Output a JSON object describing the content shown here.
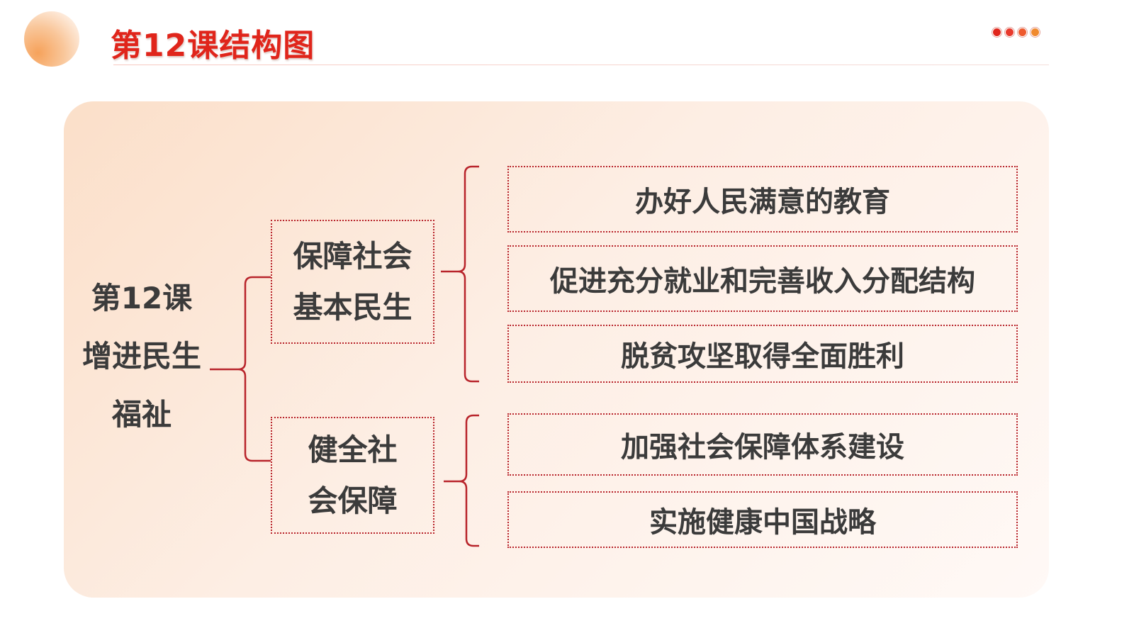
{
  "page": {
    "title": "第12课结构图",
    "accent_color": "#e0251b",
    "bracket_color": "#b8242b",
    "dot_colors": [
      "#e0251b",
      "#e8392c",
      "#ee5a2e",
      "#f08a2e"
    ]
  },
  "diagram": {
    "root": {
      "lines": [
        "第12课",
        "增进民生",
        "福祉"
      ]
    },
    "branches": [
      {
        "label_lines": [
          "保障社会",
          "基本民生"
        ],
        "leaves": [
          "办好人民满意的教育",
          "促进充分就业和完善收入分配结构",
          "脱贫攻坚取得全面胜利"
        ]
      },
      {
        "label_lines": [
          "健全社",
          "会保障"
        ],
        "leaves": [
          "加强社会保障体系建设",
          "实施健康中国战略"
        ]
      }
    ]
  }
}
